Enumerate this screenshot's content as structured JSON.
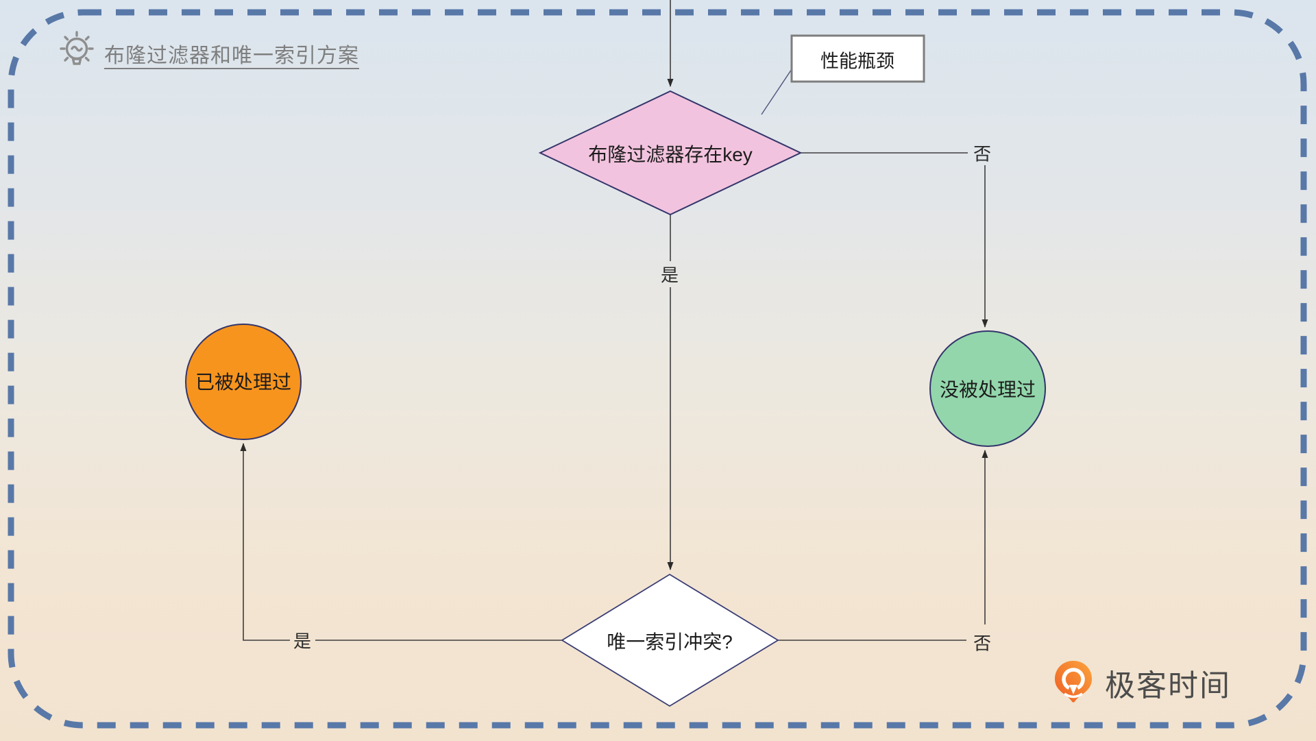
{
  "header": {
    "title": "布隆过滤器和唯一索引方案",
    "icon": "lightbulb-idea-icon"
  },
  "flowchart": {
    "nodes": [
      {
        "id": "bloom_check",
        "type": "decision",
        "label": "布隆过滤器存在key",
        "fill": "#f2c3de"
      },
      {
        "id": "processed",
        "type": "circle",
        "label": "已被处理过",
        "fill": "#f7941e"
      },
      {
        "id": "not_processed",
        "type": "circle",
        "label": "没被处理过",
        "fill": "#93d6ab"
      },
      {
        "id": "unique_conflict",
        "type": "decision",
        "label": "唯一索引冲突?",
        "fill": "#ffffff"
      }
    ],
    "callout": {
      "label": "性能瓶颈"
    },
    "edge_labels": {
      "top_no": "否",
      "mid_yes": "是",
      "bottom_yes": "是",
      "bottom_no": "否"
    }
  },
  "branding": {
    "logo_text": "极客时间",
    "logo_orange": "#f26d21"
  },
  "colors": {
    "border_dash": "#5878a8",
    "node_stroke": "#33356b",
    "line": "#3d3d3d",
    "title_gray": "#7e7e7e"
  }
}
